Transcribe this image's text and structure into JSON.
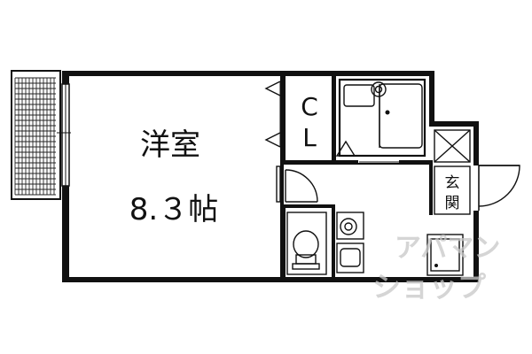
{
  "rooms": {
    "western": {
      "name": "洋室",
      "size": "8.３帖"
    },
    "closet": {
      "line1": "C",
      "line2": "L"
    },
    "entrance": {
      "line1": "玄",
      "line2": "関"
    }
  },
  "watermark": {
    "line1": "アパマン",
    "line2": "ショップ"
  },
  "colors": {
    "wall": "#111111",
    "background": "#ffffff",
    "watermark": "#c8c8c8"
  }
}
